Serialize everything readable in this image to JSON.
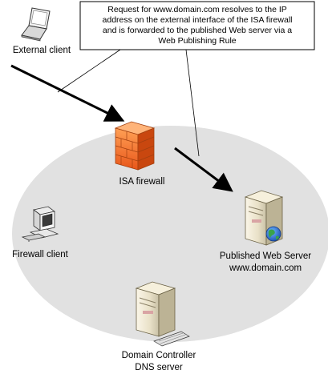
{
  "callout": {
    "lines": [
      "Request for www.domain.com resolves to the IP",
      "address on the external interface of the ISA firewall",
      "and is forwarded to the published Web server via a",
      "Web Publishing Rule"
    ]
  },
  "nodes": {
    "external_client": {
      "label": "External client",
      "icon": "laptop-icon"
    },
    "isa_firewall": {
      "label": "ISA firewall",
      "icon": "brick-firewall-icon"
    },
    "firewall_client": {
      "label": "Firewall client",
      "icon": "desktop-computer-icon"
    },
    "web_server": {
      "label_lines": [
        "Published Web Server",
        "www.domain.com"
      ],
      "icon": "web-server-icon"
    },
    "domain_controller": {
      "label_lines": [
        "Domain Controller",
        "DNS server"
      ],
      "icon": "server-icon"
    }
  },
  "colors": {
    "network_ellipse": "#e1e1e1",
    "firewall_orange": "#f26b1d",
    "arrow": "#000000"
  }
}
